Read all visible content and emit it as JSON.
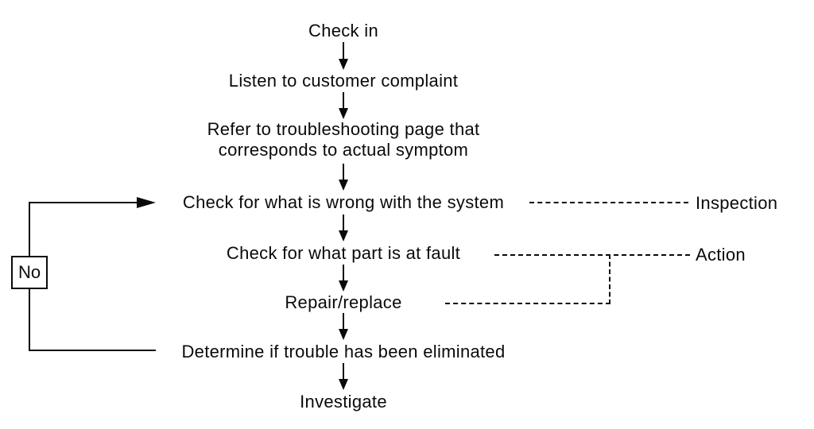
{
  "flow": {
    "steps": [
      {
        "id": "check-in",
        "label": "Check in"
      },
      {
        "id": "listen",
        "label": "Listen to customer complaint"
      },
      {
        "id": "refer",
        "label": "Refer to troubleshooting page that corresponds to actual symptom"
      },
      {
        "id": "check-system",
        "label": "Check for what is wrong with the system"
      },
      {
        "id": "check-part",
        "label": "Check for what part is at fault"
      },
      {
        "id": "repair",
        "label": "Repair/replace"
      },
      {
        "id": "determine",
        "label": "Determine if trouble has been eliminated"
      },
      {
        "id": "investigate",
        "label": "Investigate"
      }
    ],
    "feedback_loop": {
      "label": "No",
      "from": "Determine if trouble has been eliminated",
      "to": "Check for what is wrong with the system"
    },
    "annotations": [
      {
        "id": "inspection",
        "label": "Inspection",
        "applies_to": [
          "Check for what is wrong with the system"
        ]
      },
      {
        "id": "action",
        "label": "Action",
        "applies_to": [
          "Check for what part is at fault",
          "Repair/replace"
        ]
      }
    ],
    "colors": {
      "ink": "#0a0a0a",
      "background": "#ffffff"
    }
  }
}
